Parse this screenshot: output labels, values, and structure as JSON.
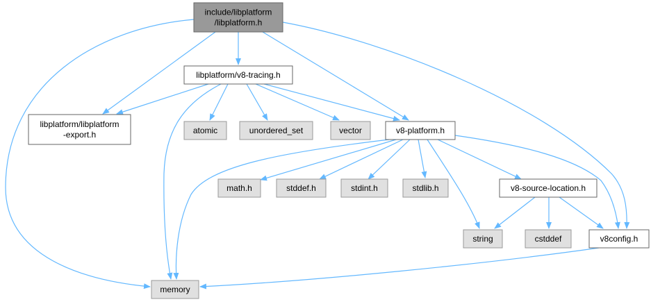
{
  "colors": {
    "edge": "#63b8ff",
    "root_fill": "#999999",
    "root_stroke": "#666666",
    "file_fill": "#ffffff",
    "file_stroke": "#666666",
    "system_fill": "#e0e0e0",
    "system_stroke": "#999999"
  },
  "nodes": [
    {
      "id": "root",
      "kind": "root",
      "lines": [
        "include/libplatform",
        "/libplatform.h"
      ]
    },
    {
      "id": "tracing",
      "kind": "file",
      "lines": [
        "libplatform/v8-tracing.h"
      ]
    },
    {
      "id": "export",
      "kind": "file",
      "lines": [
        "libplatform/libplatform",
        "-export.h"
      ]
    },
    {
      "id": "atomic",
      "kind": "system",
      "lines": [
        "atomic"
      ]
    },
    {
      "id": "unordered_set",
      "kind": "system",
      "lines": [
        "unordered_set"
      ]
    },
    {
      "id": "vector",
      "kind": "system",
      "lines": [
        "vector"
      ]
    },
    {
      "id": "platform",
      "kind": "file",
      "lines": [
        "v8-platform.h"
      ]
    },
    {
      "id": "math",
      "kind": "system",
      "lines": [
        "math.h"
      ]
    },
    {
      "id": "stddef",
      "kind": "system",
      "lines": [
        "stddef.h"
      ]
    },
    {
      "id": "stdint",
      "kind": "system",
      "lines": [
        "stdint.h"
      ]
    },
    {
      "id": "stdlib",
      "kind": "system",
      "lines": [
        "stdlib.h"
      ]
    },
    {
      "id": "srcloc",
      "kind": "file",
      "lines": [
        "v8-source-location.h"
      ]
    },
    {
      "id": "string",
      "kind": "system",
      "lines": [
        "string"
      ]
    },
    {
      "id": "cstddef",
      "kind": "system",
      "lines": [
        "cstddef"
      ]
    },
    {
      "id": "v8config",
      "kind": "file",
      "lines": [
        "v8config.h"
      ]
    },
    {
      "id": "memory",
      "kind": "system",
      "lines": [
        "memory"
      ]
    }
  ],
  "edges": [
    {
      "from": "root",
      "to": "memory"
    },
    {
      "from": "root",
      "to": "export"
    },
    {
      "from": "root",
      "to": "tracing"
    },
    {
      "from": "root",
      "to": "platform"
    },
    {
      "from": "root",
      "to": "v8config"
    },
    {
      "from": "tracing",
      "to": "export"
    },
    {
      "from": "tracing",
      "to": "memory"
    },
    {
      "from": "tracing",
      "to": "atomic"
    },
    {
      "from": "tracing",
      "to": "unordered_set"
    },
    {
      "from": "tracing",
      "to": "vector"
    },
    {
      "from": "tracing",
      "to": "platform"
    },
    {
      "from": "platform",
      "to": "memory"
    },
    {
      "from": "platform",
      "to": "math"
    },
    {
      "from": "platform",
      "to": "stddef"
    },
    {
      "from": "platform",
      "to": "stdint"
    },
    {
      "from": "platform",
      "to": "stdlib"
    },
    {
      "from": "platform",
      "to": "string"
    },
    {
      "from": "platform",
      "to": "srcloc"
    },
    {
      "from": "platform",
      "to": "v8config"
    },
    {
      "from": "srcloc",
      "to": "string"
    },
    {
      "from": "srcloc",
      "to": "cstddef"
    },
    {
      "from": "srcloc",
      "to": "v8config"
    },
    {
      "from": "v8config",
      "to": "memory"
    }
  ]
}
